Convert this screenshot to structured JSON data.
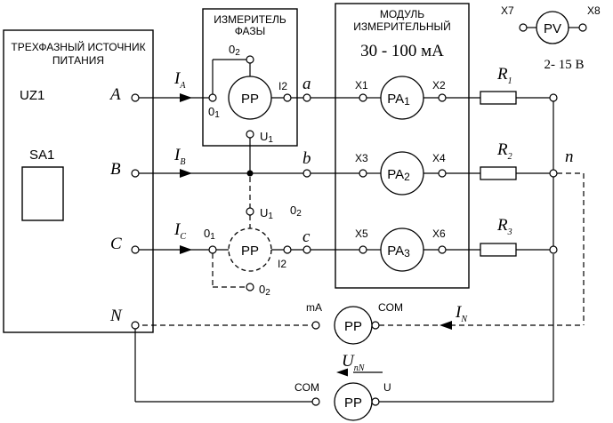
{
  "source": {
    "title_line1": "ТРЕХФАЗНЫЙ ИСТОЧНИК",
    "title_line2": "ПИТАНИЯ",
    "uz": "UZ1",
    "sa": "SA1",
    "phase_a": "A",
    "phase_b": "B",
    "phase_c": "C",
    "neutral": "N"
  },
  "currents": {
    "ia": "I",
    "ia_sub": "A",
    "ib": "I",
    "ib_sub": "B",
    "ic": "I",
    "ic_sub": "C",
    "in": "I",
    "in_sub": "N",
    "unn": "U",
    "unn_sub": "nN"
  },
  "phase_meter": {
    "title_line1": "ИЗМЕРИТЕЛЬ",
    "title_line2": "ФАЗЫ",
    "label": "PP",
    "term_o2": "0",
    "term_o2_sub": "2",
    "term_o1": "0",
    "term_o1_sub": "1",
    "term_i2": "I2",
    "term_u1": "U",
    "term_u1_sub": "1"
  },
  "phase_meter_c": {
    "label": "PP",
    "term_u1": "U",
    "term_u1_sub": "1",
    "term_o2_top": "0",
    "term_o2_top_sub": "2",
    "term_o1": "0",
    "term_o1_sub": "1",
    "term_i2": "I2",
    "term_o2": "0",
    "term_o2_sub": "2"
  },
  "nodes": {
    "a": "a",
    "b": "b",
    "c": "c",
    "n": "n"
  },
  "module": {
    "title_line1": "МОДУЛЬ",
    "title_line2": "ИЗМЕРИТЕЛЬНЫЙ",
    "range": "30 - 100 мА",
    "pa1": "PA",
    "pa1_sub": "1",
    "pa2": "PA",
    "pa2_sub": "2",
    "pa3": "PA",
    "pa3_sub": "3",
    "x1": "X1",
    "x2": "X2",
    "x3": "X3",
    "x4": "X4",
    "x5": "X5",
    "x6": "X6"
  },
  "resistors": {
    "r1": "R",
    "r1_sub": "1",
    "r2": "R",
    "r2_sub": "2",
    "r3": "R",
    "r3_sub": "3"
  },
  "voltmeter": {
    "label": "PV",
    "x7": "X7",
    "x8": "X8",
    "range": "2- 15 В"
  },
  "meter_in": {
    "label": "PP",
    "term_ma": "mA",
    "term_com": "COM"
  },
  "meter_unn": {
    "label": "PP",
    "term_com": "COM",
    "term_u": "U"
  }
}
